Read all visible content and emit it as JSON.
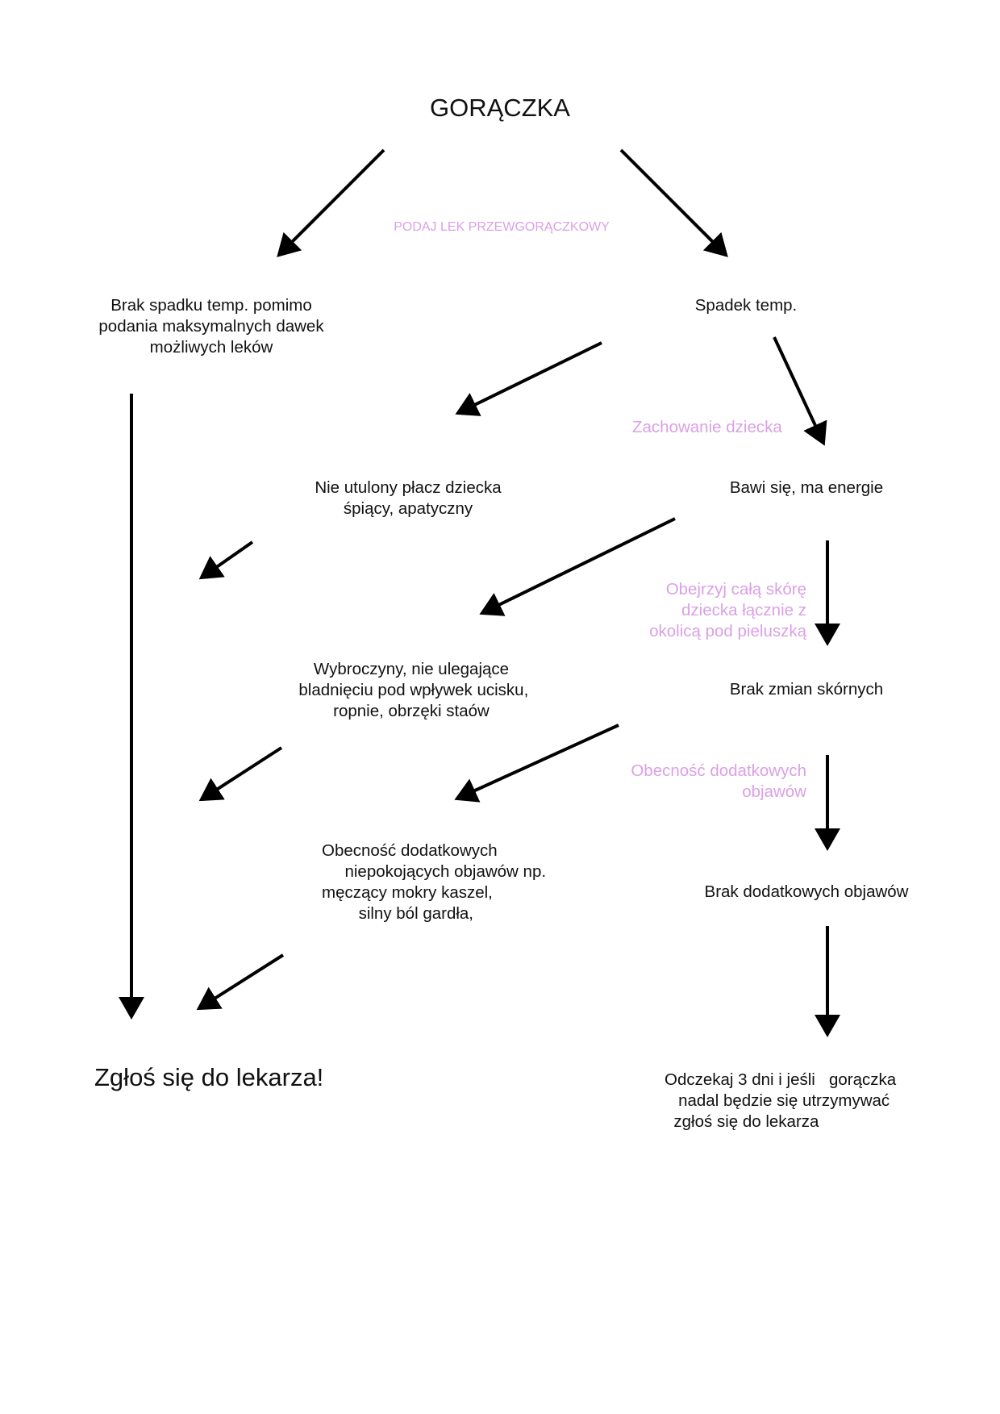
{
  "title": "GORĄCZKA",
  "instructions": {
    "give_medicine": "PODAJ LEK PRZEWGORĄCZKOWY",
    "child_behavior": "Zachowanie dziecka",
    "inspect_skin": "Obejrzyj całą skórę\n dziecka łącznie z\nokolicą pod pieluszką",
    "additional_symptoms": "Obecność dodatkowych\nobjawów"
  },
  "left_branch": {
    "no_temp_drop": "Brak spadku temp. pomimo\npodania maksymalnych dawek\nmożliwych leków",
    "crying": "Nie utulony płacz dziecka\nśpiący, apatyczny",
    "petechiae": "Wybroczyny, nie ulegające\n bladnięciu pod wpływek ucisku,\nropnie, obrzęki staów",
    "worrying_symptoms": "Obecność dodatkowych\n     niepokojących objawów np.\nmęczący mokry kaszel,\n        silny ból gardła,",
    "see_doctor": "Zgłoś się do lekarza!"
  },
  "right_branch": {
    "temp_drop": "Spadek temp.",
    "playing": "Bawi się, ma energie",
    "no_skin_changes": "Brak zmian skórnych",
    "no_additional_symptoms": "Brak dodatkowych objawów",
    "wait": "Odczekaj 3 dni i jeśli   gorączka\n   nadal będzie się utrzymywać\n  zgłoś się do lekarza"
  }
}
